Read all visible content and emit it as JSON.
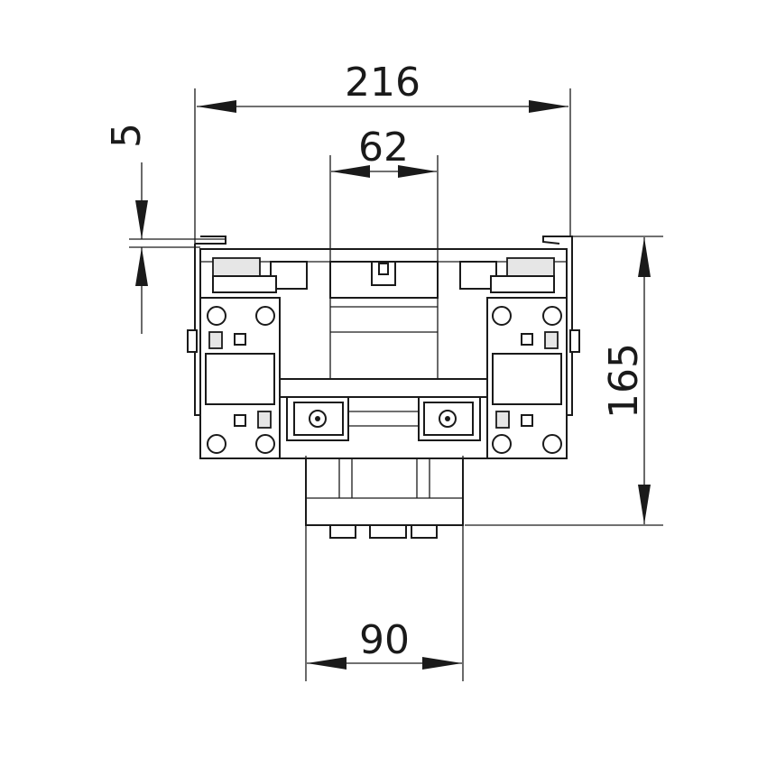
{
  "drawing": {
    "dimensions": {
      "overall_width": "216",
      "inner_width": "62",
      "plate_thickness": "5",
      "height": "165",
      "base_width": "90"
    },
    "colors": {
      "ink": "#1a1a1a",
      "paper": "#ffffff"
    }
  }
}
